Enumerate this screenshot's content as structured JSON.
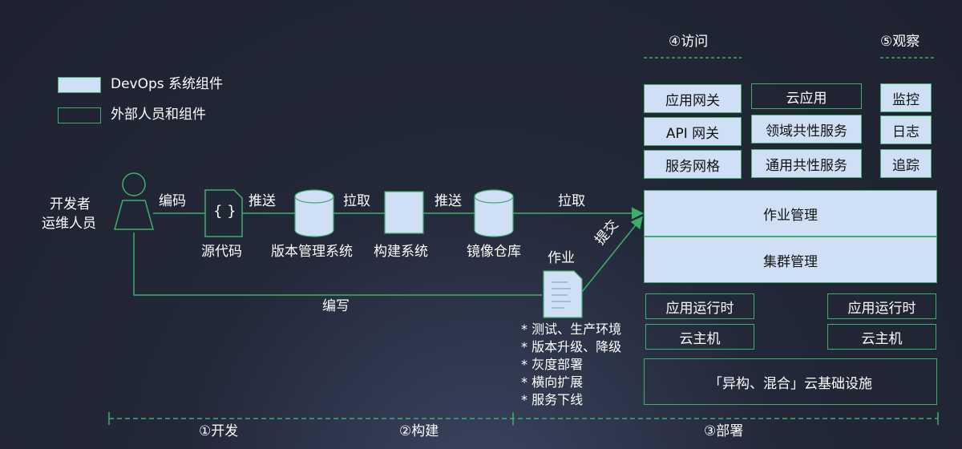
{
  "legend": {
    "devops": "DevOps 系统组件",
    "external": "外部人员和组件"
  },
  "actors": {
    "line1": "开发者",
    "line2": "运维人员"
  },
  "flow": {
    "code": "编码",
    "push1": "推送",
    "pull1": "拉取",
    "push2": "推送",
    "pull2": "拉取",
    "submit": "提交",
    "write": "编写"
  },
  "nodes": {
    "source_icon": "{ }",
    "source": "源代码",
    "vcs": "版本管理系统",
    "build": "构建系统",
    "registry": "镜像仓库",
    "job": "作业"
  },
  "job_notes": [
    "* 测试、生产环境",
    "* 版本升级、降级",
    "* 灰度部署",
    "* 横向扩展",
    "* 服务下线"
  ],
  "access": {
    "title": "④访问",
    "gateway": "应用网关",
    "api_gateway": "API 网关",
    "mesh": "服务网格",
    "cloud_app": "云应用",
    "domain_services": "领域共性服务",
    "common_services": "通用共性服务"
  },
  "observe": {
    "title": "⑤观察",
    "monitor": "监控",
    "logs": "日志",
    "trace": "追踪"
  },
  "platform": {
    "job_mgmt": "作业管理",
    "cluster_mgmt": "集群管理",
    "runtime_left": "应用运行时",
    "runtime_right": "应用运行时",
    "host_left": "云主机",
    "host_right": "云主机",
    "infra": "「异构、混合」云基础设施"
  },
  "phases": {
    "develop": "①开发",
    "build": "②构建",
    "deploy": "③部署"
  },
  "colors": {
    "accent_green": "#3fae6a",
    "component_fill": "#cfe0f6",
    "background": "#232838"
  }
}
